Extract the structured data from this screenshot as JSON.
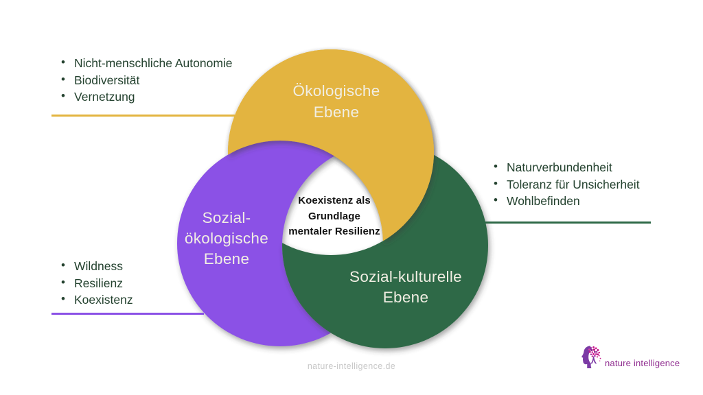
{
  "slide": {
    "background": "#FFFFFF",
    "footer_url": "nature-intelligence.de"
  },
  "diagram": {
    "center_label": {
      "lines": [
        "Koexistenz als",
        "Grundlage",
        "mentaler Resilienz"
      ]
    },
    "ecological": {
      "label_lines": [
        "Ökologische",
        "Ebene"
      ],
      "color": "#E3B43F"
    },
    "social_ecological": {
      "label_lines": [
        "Sozial-",
        "ökologische",
        "Ebene"
      ],
      "color": "#8B51E6"
    },
    "social_cultural": {
      "label_lines": [
        "Sozial-kulturelle",
        "Ebene"
      ],
      "color": "#2E6947"
    }
  },
  "lists": {
    "ecological": {
      "items": [
        "Nicht-menschliche Autonomie",
        "Biodiversität",
        "Vernetzung"
      ],
      "accent_color": "#E3B43F"
    },
    "social_cultural": {
      "items": [
        "Naturverbundenheit",
        "Toleranz für Unsicherheit",
        "Wohlbefinden"
      ],
      "accent_color": "#2E6947"
    },
    "social_ecological": {
      "items": [
        "Wildness",
        "Resilienz",
        "Koexistenz"
      ],
      "accent_color": "#8B51E6"
    }
  },
  "branding": {
    "logo_text": "nature intelligence",
    "logo_color": "#8E2A8E"
  }
}
